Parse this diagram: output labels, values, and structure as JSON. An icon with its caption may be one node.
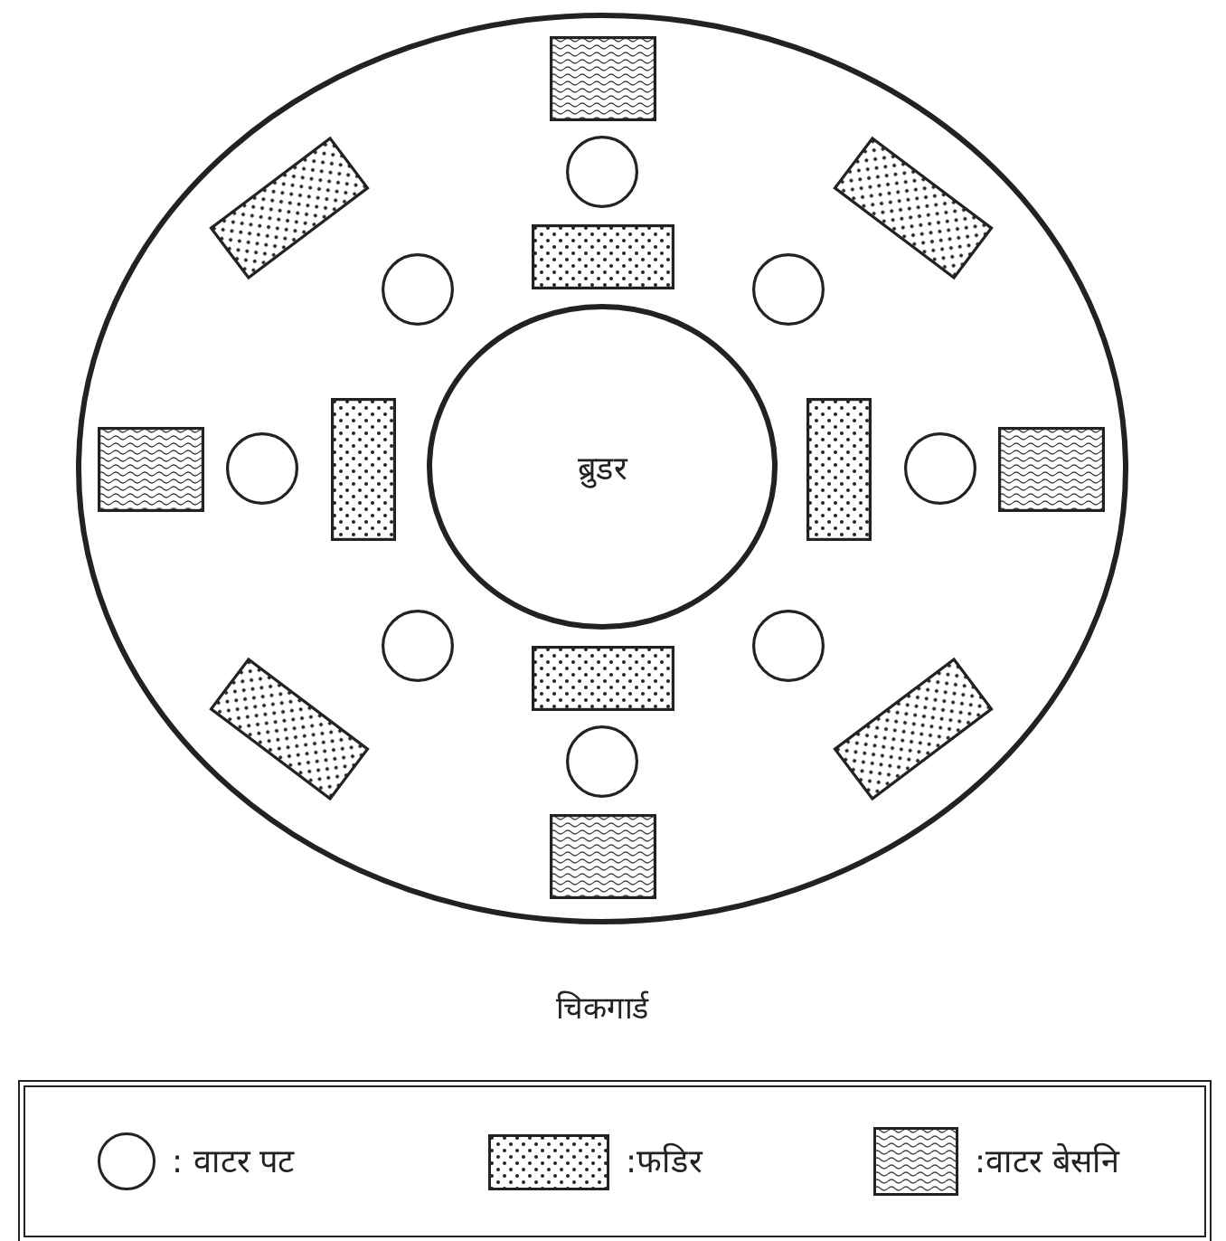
{
  "diagram": {
    "nodes": [
      {
        "text": [
          "चिकगार्ड"
        ]
      },
      {
        "text": [
          "ब्रुडर"
        ],
        "in": 0
      },
      {
        "text": [],
        "shape": "box",
        "in": 0
      },
      {
        "text": [],
        "shape": "circle",
        "in": 0
      },
      {
        "text": [],
        "shape": "box",
        "in": 0
      },
      {
        "text": [],
        "shape": "box",
        "in": 0
      },
      {
        "text": [],
        "shape": "box",
        "in": 0
      },
      {
        "text": [],
        "shape": "circle",
        "in": 0
      },
      {
        "text": [],
        "shape": "circle",
        "in": 0
      },
      {
        "text": [],
        "shape": "box",
        "in": 0
      },
      {
        "text": [],
        "shape": "circle",
        "in": 0
      },
      {
        "text": [],
        "shape": "box",
        "in": 0
      },
      {
        "text": [],
        "shape": "box",
        "in": 0
      },
      {
        "text": [],
        "shape": "circle",
        "in": 0
      },
      {
        "text": [],
        "shape": "box",
        "in": 0
      },
      {
        "text": [],
        "shape": "circle",
        "in": 0
      },
      {
        "text": [],
        "shape": "circle",
        "in": 0
      },
      {
        "text": [],
        "shape": "box",
        "in": 0
      },
      {
        "text": [],
        "shape": "box",
        "in": 0
      },
      {
        "text": [],
        "shape": "box",
        "in": 0
      },
      {
        "text": [],
        "shape": "circle",
        "in": 0
      },
      {
        "text": [],
        "shape": "box",
        "in": 0
      }
    ],
    "legend": [
      {
        "text": ": वाटर पट"
      },
      {
        "text": ":फडिर"
      },
      {
        "text": ":वाटर बेसनि"
      }
    ]
  }
}
